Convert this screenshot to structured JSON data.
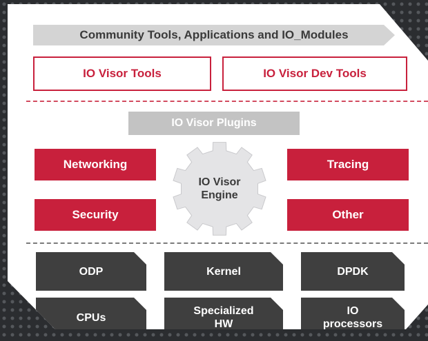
{
  "top": {
    "community": "Community Tools,  Applications and IO_Modules",
    "tools": "IO Visor Tools",
    "dev_tools": "IO Visor Dev Tools"
  },
  "middle": {
    "plugins": "IO Visor Plugins",
    "networking": "Networking",
    "security": "Security",
    "tracing": "Tracing",
    "other": "Other",
    "engine_line1": "IO Visor",
    "engine_line2": "Engine"
  },
  "bottom": {
    "odp": "ODP",
    "kernel": "Kernel",
    "dpdk": "DPDK",
    "cpus": "CPUs",
    "specialized_line1": "Specialized",
    "specialized_line2": "HW",
    "io_line1": "IO",
    "io_line2": "processors"
  },
  "colors": {
    "accent_red": "#c8203c",
    "gray_bar": "#d4d4d4",
    "dark_box": "#3f3f3f",
    "gear": "#e4e4e6"
  }
}
